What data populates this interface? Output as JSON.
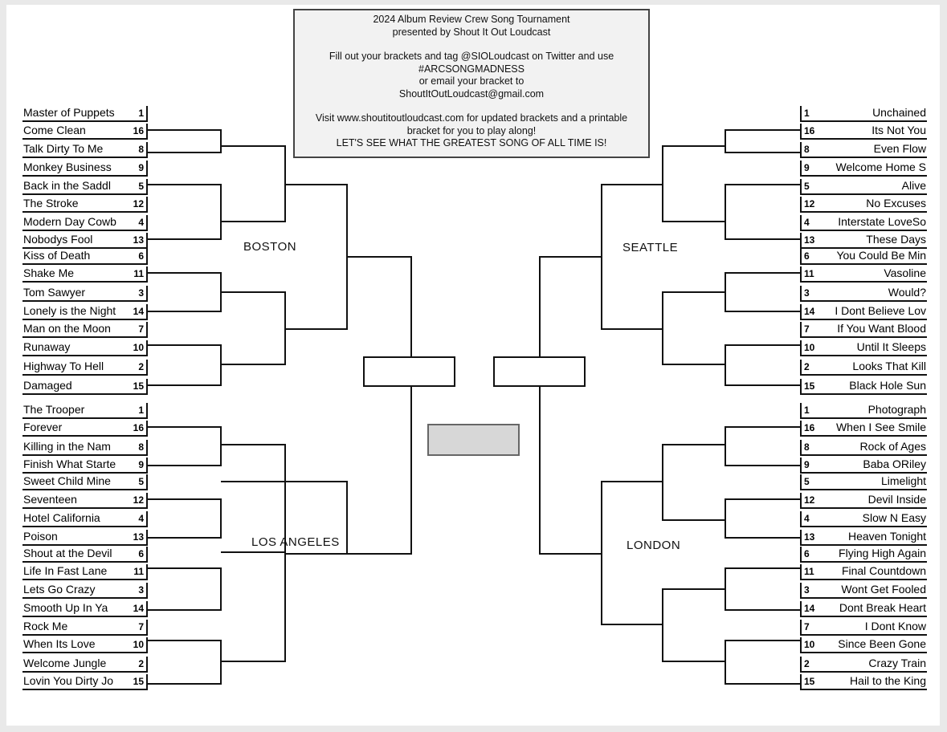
{
  "info": {
    "title": "2024 Album Review Crew Song Tournament",
    "subtitle": "presented by Shout It Out Loudcast",
    "line1": "Fill out your brackets and tag @SIOLoudcast on Twitter and use",
    "line2": "#ARCSONGMADNESS",
    "line3": "or email your bracket to",
    "line4": "ShoutItOutLoudcast@gmail.com",
    "line5": "Visit www.shoutitoutloudcast.com for updated brackets and a printable",
    "line6": "bracket for you to play along!",
    "line7": "LET'S SEE WHAT THE GREATEST SONG OF ALL TIME IS!"
  },
  "regions": {
    "boston": {
      "label": "BOSTON",
      "entries": [
        {
          "name": "Master of Puppets",
          "seed": "1"
        },
        {
          "name": "Come Clean",
          "seed": "16"
        },
        {
          "name": "Talk Dirty To Me",
          "seed": "8"
        },
        {
          "name": "Monkey Business",
          "seed": "9"
        },
        {
          "name": "Back in the Saddl",
          "seed": "5"
        },
        {
          "name": "The Stroke",
          "seed": "12"
        },
        {
          "name": "Modern Day Cowb",
          "seed": "4"
        },
        {
          "name": "Nobodys Fool",
          "seed": "13"
        },
        {
          "name": "Kiss of Death",
          "seed": "6"
        },
        {
          "name": "Shake Me",
          "seed": "11"
        },
        {
          "name": "Tom Sawyer",
          "seed": "3"
        },
        {
          "name": "Lonely is the Night",
          "seed": "14"
        },
        {
          "name": "Man on the Moon",
          "seed": "7"
        },
        {
          "name": "Runaway",
          "seed": "10"
        },
        {
          "name": "Highway To Hell",
          "seed": "2"
        },
        {
          "name": "Damaged",
          "seed": "15"
        }
      ]
    },
    "los_angeles": {
      "label": "LOS ANGELES",
      "entries": [
        {
          "name": "The Trooper",
          "seed": "1"
        },
        {
          "name": "Forever",
          "seed": "16"
        },
        {
          "name": "Killing in the Nam",
          "seed": "8"
        },
        {
          "name": "Finish What Starte",
          "seed": "9"
        },
        {
          "name": "Sweet Child Mine",
          "seed": "5"
        },
        {
          "name": "Seventeen",
          "seed": "12"
        },
        {
          "name": "Hotel California",
          "seed": "4"
        },
        {
          "name": "Poison",
          "seed": "13"
        },
        {
          "name": "Shout at the Devil",
          "seed": "6"
        },
        {
          "name": "Life In Fast Lane",
          "seed": "11"
        },
        {
          "name": "Lets Go Crazy",
          "seed": "3"
        },
        {
          "name": "Smooth Up In Ya",
          "seed": "14"
        },
        {
          "name": "Rock Me",
          "seed": "7"
        },
        {
          "name": "When Its Love",
          "seed": "10"
        },
        {
          "name": "Welcome Jungle",
          "seed": "2"
        },
        {
          "name": "Lovin You Dirty Jo",
          "seed": "15"
        }
      ]
    },
    "seattle": {
      "label": "SEATTLE",
      "entries": [
        {
          "name": "Unchained",
          "seed": "1"
        },
        {
          "name": "Its Not You",
          "seed": "16"
        },
        {
          "name": "Even Flow",
          "seed": "8"
        },
        {
          "name": "Welcome Home S",
          "seed": "9"
        },
        {
          "name": "Alive",
          "seed": "5"
        },
        {
          "name": "No Excuses",
          "seed": "12"
        },
        {
          "name": "Interstate LoveSo",
          "seed": "4"
        },
        {
          "name": "These Days",
          "seed": "13"
        },
        {
          "name": "You Could Be Min",
          "seed": "6"
        },
        {
          "name": "Vasoline",
          "seed": "11"
        },
        {
          "name": "Would?",
          "seed": "3"
        },
        {
          "name": "I Dont Believe Lov",
          "seed": "14"
        },
        {
          "name": "If You Want Blood",
          "seed": "7"
        },
        {
          "name": "Until It Sleeps",
          "seed": "10"
        },
        {
          "name": "Looks That Kill",
          "seed": "2"
        },
        {
          "name": "Black Hole Sun",
          "seed": "15"
        }
      ]
    },
    "london": {
      "label": "LONDON",
      "entries": [
        {
          "name": "Photograph",
          "seed": "1"
        },
        {
          "name": "When I See Smile",
          "seed": "16"
        },
        {
          "name": "Rock of Ages",
          "seed": "8"
        },
        {
          "name": "Baba ORiley",
          "seed": "9"
        },
        {
          "name": "Limelight",
          "seed": "5"
        },
        {
          "name": "Devil Inside",
          "seed": "12"
        },
        {
          "name": "Slow N Easy",
          "seed": "4"
        },
        {
          "name": "Heaven Tonight",
          "seed": "13"
        },
        {
          "name": "Flying High Again",
          "seed": "6"
        },
        {
          "name": "Final Countdown",
          "seed": "11"
        },
        {
          "name": "Wont Get Fooled",
          "seed": "3"
        },
        {
          "name": "Dont Break Heart",
          "seed": "14"
        },
        {
          "name": "I Dont Know",
          "seed": "7"
        },
        {
          "name": "Since Been Gone",
          "seed": "10"
        },
        {
          "name": "Crazy Train",
          "seed": "2"
        },
        {
          "name": "Hail to the King",
          "seed": "15"
        }
      ]
    }
  }
}
